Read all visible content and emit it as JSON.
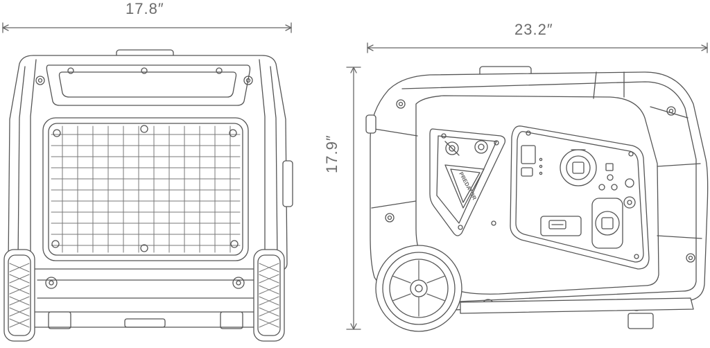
{
  "dimensions": {
    "front_width": "17.8″",
    "side_width": "23.2″",
    "height": "17.9″"
  },
  "colors": {
    "line": "#555555",
    "fill": "#ffffff",
    "text": "#6b6b6b"
  },
  "branding": {
    "panel_logo": "PREDATOR"
  }
}
